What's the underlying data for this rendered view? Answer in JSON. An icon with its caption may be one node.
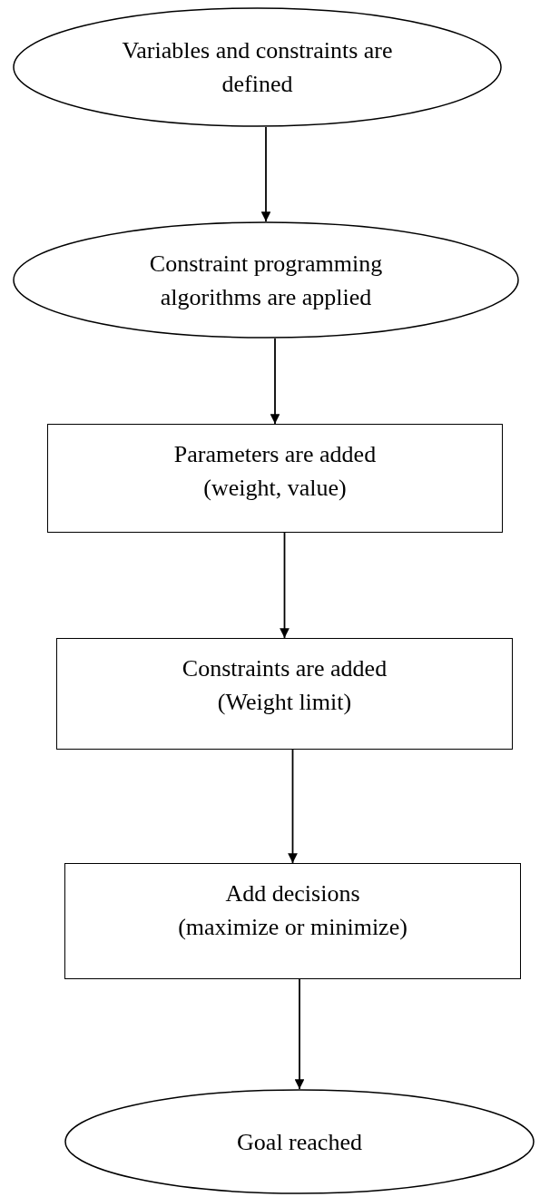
{
  "diagram": {
    "nodes": [
      {
        "text": [
          "Variables and constraints are defined"
        ]
      },
      {
        "text": [
          "Constraint programming algorithms are applied"
        ]
      },
      {
        "text": [
          "Parameters are added",
          "(weight, value)"
        ]
      },
      {
        "text": [
          "Constraints are added",
          "(Weight limit)"
        ]
      },
      {
        "text": [
          "Add decisions",
          "(maximize or minimize)"
        ]
      },
      {
        "text": [
          "Goal reached"
        ]
      }
    ],
    "edges": [
      {
        "from": 0,
        "to": 1,
        "arrow": "to"
      },
      {
        "from": 1,
        "to": 2,
        "arrow": "to"
      },
      {
        "from": 2,
        "to": 3,
        "arrow": "to"
      },
      {
        "from": 3,
        "to": 4,
        "arrow": "to"
      },
      {
        "from": 4,
        "to": 5,
        "arrow": "to"
      }
    ]
  }
}
